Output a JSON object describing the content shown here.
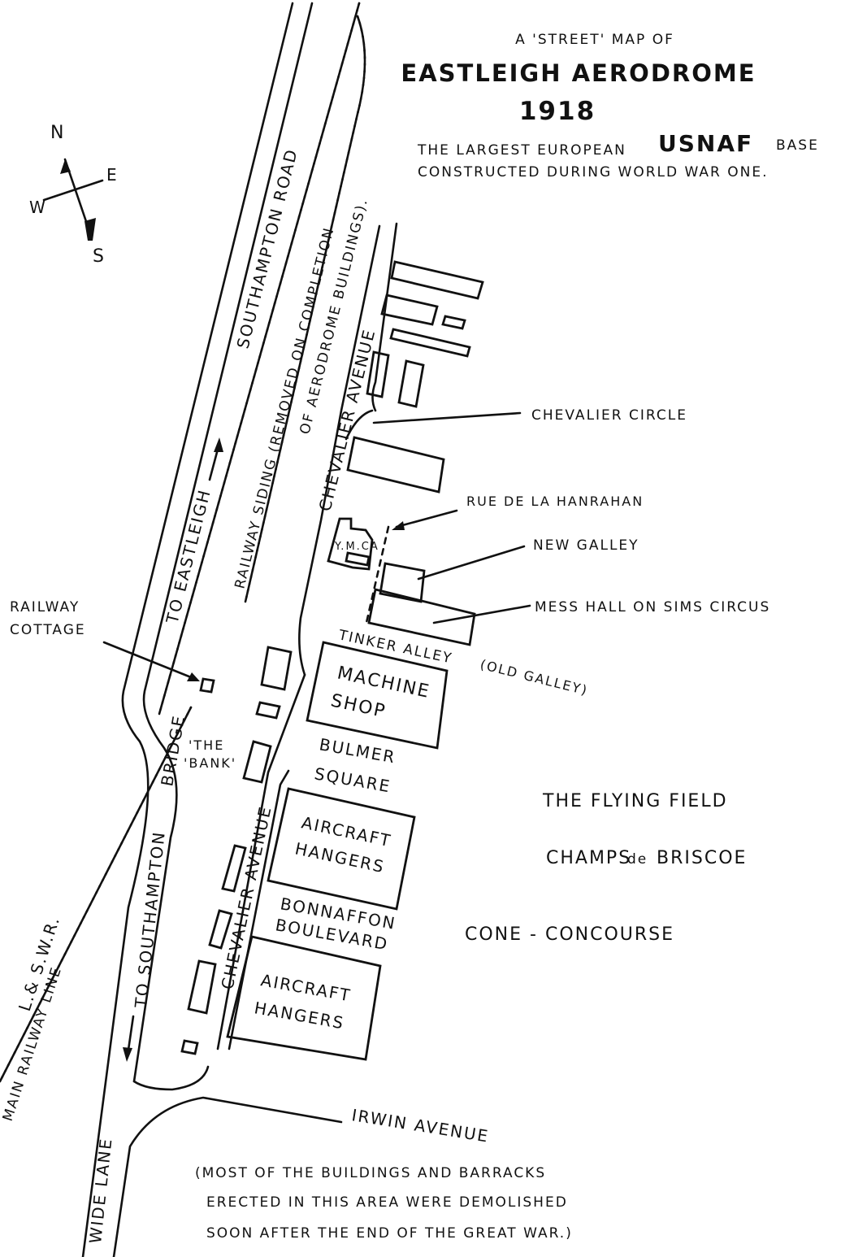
{
  "header": {
    "line1": "A 'STREET' MAP OF",
    "title": "EASTLEIGH AERODROME",
    "year": "1918",
    "subtitle_pre": "THE LARGEST EUROPEAN",
    "subtitle_usnaf": "USNAF",
    "subtitle_post": "BASE",
    "subtitle_line2": "CONSTRUCTED DURING WORLD WAR ONE."
  },
  "compass": {
    "n": "N",
    "e": "E",
    "s": "S",
    "w": "W"
  },
  "roads": {
    "southampton_road": "SOUTHAMPTON ROAD",
    "to_eastleigh": "TO EASTLEIGH",
    "to_southampton": "TO SOUTHAMPTON",
    "bridge": "BRIDGE",
    "wide_lane": "WIDE LANE",
    "chevalier_avenue": "CHEVALIER AVENUE",
    "chevalier_avenue_2": "CHEVALIER AVENUE",
    "irwin_avenue": "IRWIN AVENUE"
  },
  "railways": {
    "siding_1": "RAILWAY SIDING (REMOVED ON COMPLETION",
    "siding_2": "OF AERODROME BUILDINGS).",
    "main_1": "L.& S.W.R.",
    "main_2": "MAIN RAILWAY LINE"
  },
  "places": {
    "railway_cottage_1": "RAILWAY",
    "railway_cottage_2": "COTTAGE",
    "the_bank_1": "'THE",
    "the_bank_2": "'BANK'",
    "chevalier_circle": "CHEVALIER CIRCLE",
    "rue": "RUE DE LA HANRAHAN",
    "new_galley": "NEW GALLEY",
    "mess_hall": "MESS HALL ON SIMS CIRCUS",
    "ymca": "Y.M.CA",
    "tinker_alley": "TINKER ALLEY",
    "old_galley": "(OLD GALLEY)",
    "machine_1": "MACHINE",
    "machine_2": "SHOP",
    "bulmer_1": "BULMER",
    "bulmer_2": "SQUARE",
    "hangers_a_1": "AIRCRAFT",
    "hangers_a_2": "HANGERS",
    "bonnaffon_1": "BONNAFFON",
    "bonnaffon_2": "BOULEVARD",
    "hangers_b_1": "AIRCRAFT",
    "hangers_b_2": "HANGERS",
    "flying_field": "THE FLYING FIELD",
    "champs_pre": "CHAMPS",
    "champs_de": "de",
    "champs_post": "BRISCOE",
    "cone": "CONE - CONCOURSE"
  },
  "footnote": {
    "line1": "(MOST OF THE BUILDINGS AND BARRACKS",
    "line2": "ERECTED IN THIS AREA WERE DEMOLISHED",
    "line3": "SOON AFTER THE END OF THE GREAT WAR.)"
  }
}
